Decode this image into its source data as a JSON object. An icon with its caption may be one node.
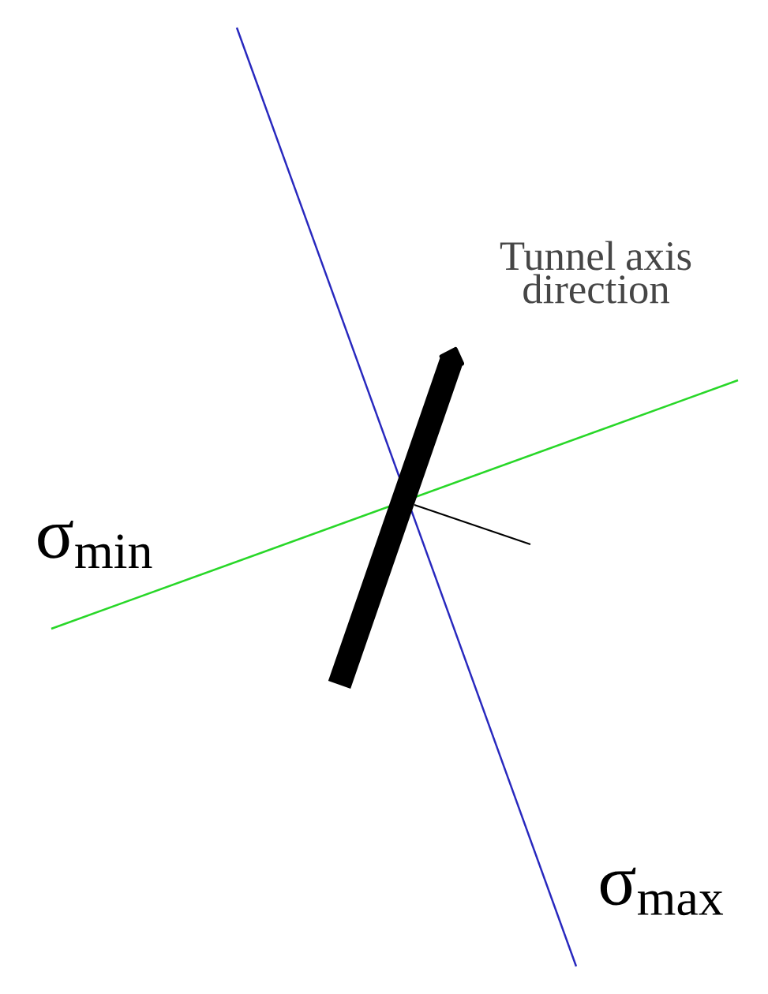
{
  "diagram": {
    "labels": [
      "Tunnel axis direction",
      "σ$_{min}$",
      "σ$_{max}$"
    ]
  }
}
